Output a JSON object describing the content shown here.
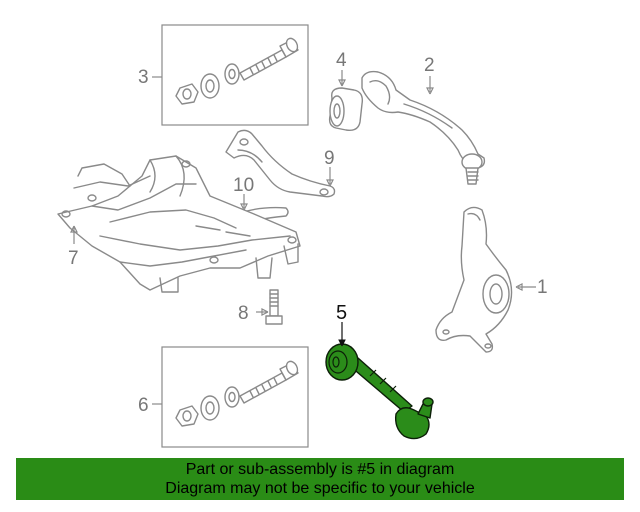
{
  "diagram": {
    "callouts": [
      "1",
      "2",
      "3",
      "4",
      "5",
      "6",
      "7",
      "8",
      "9",
      "10"
    ],
    "highlighted_part": "5",
    "colors": {
      "line_art": "#8a8a8a",
      "highlight_fill": "#2b8c1a",
      "banner_background": "#2a8c16"
    }
  },
  "banner": {
    "line1": "Part or sub-assembly is #5 in diagram",
    "line2": "Diagram may not be specific to your vehicle"
  }
}
